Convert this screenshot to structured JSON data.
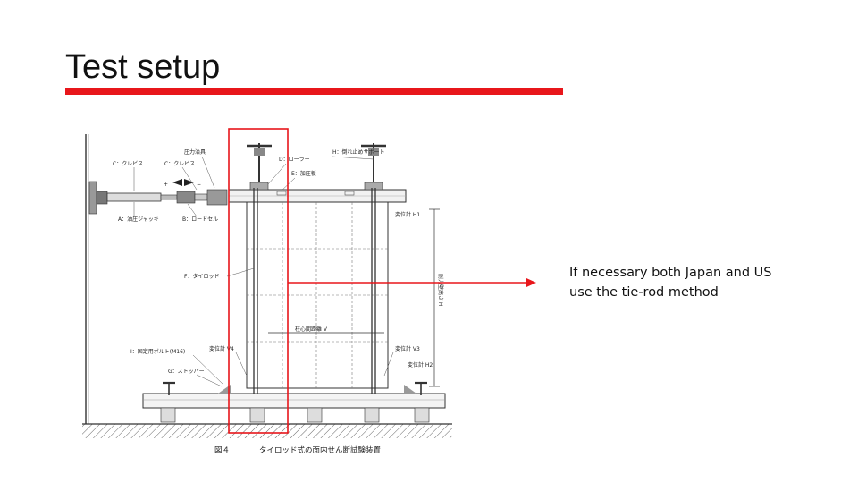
{
  "slide": {
    "title": "Test setup",
    "note": "If necessary both Japan and US use the tie-rod method",
    "accent_color": "#e8161b"
  },
  "figure": {
    "labels": {
      "c_clevis_left": "C：クレビス",
      "c_clevis_right": "C：クレビス",
      "pressure_jig": "圧力治具",
      "d_roller": "D：ローラー",
      "h_support": "H：倒れ止めサポート",
      "e_loading_plate": "E：加圧板",
      "a_jack": "A：油圧ジャッキ",
      "b_load_cell": "B：ロードセル",
      "disp_h1": "変位計 H1",
      "f_tie_rod": "F：タイロッド",
      "height_label": "耐力壁高さ H",
      "width_label": "柱心間距離 V",
      "i_anchor_bolt": "I：固定用ボルト(M16)",
      "disp_v4": "変位計 V4",
      "disp_v3": "変位計 V3",
      "disp_h2": "変位計 H2",
      "g_stopper": "G：ストッパー",
      "plus_sign": "+",
      "minus_sign": "−"
    },
    "caption_number": "図４",
    "caption_text": "タイロッド式の面内せん断試験装置"
  }
}
